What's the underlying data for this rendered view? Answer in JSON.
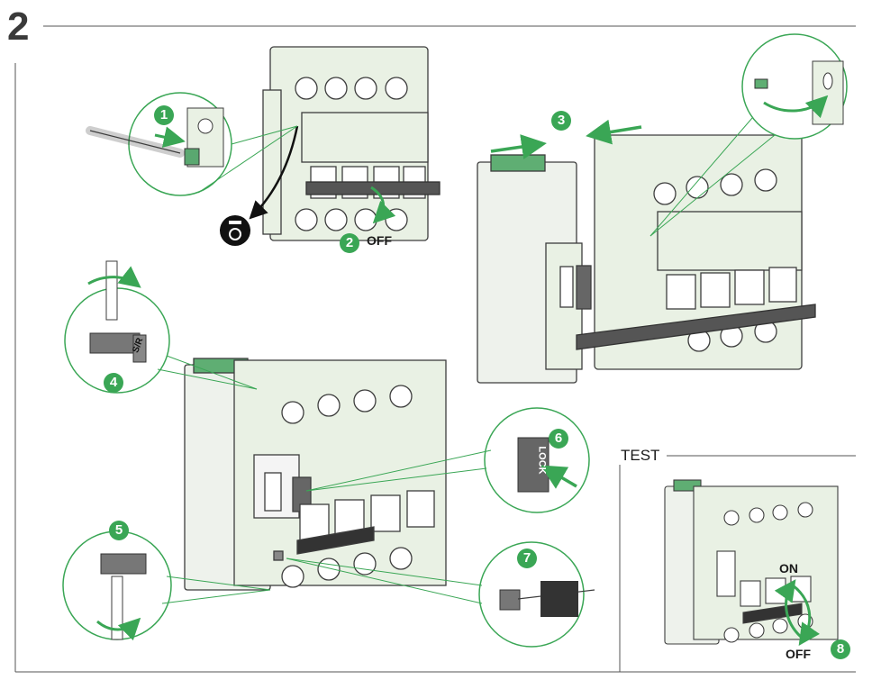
{
  "step": "2",
  "labels": {
    "off": "OFF",
    "on": "ON",
    "test": "TEST",
    "lock": "LOCK",
    "sr": "S/R",
    "handle_off": "0-OFF"
  },
  "badges": [
    "1",
    "2",
    "3",
    "4",
    "5",
    "6",
    "7",
    "8"
  ],
  "colors": {
    "accent_green": "#3aa655",
    "device_body": "#e9f1e4",
    "outline": "#3d3d3d",
    "handle": "#555555"
  },
  "icons": [
    "screwdriver-icon",
    "recycle-bin-icon",
    "rotate-arrow-icon",
    "push-arrow-icon"
  ]
}
